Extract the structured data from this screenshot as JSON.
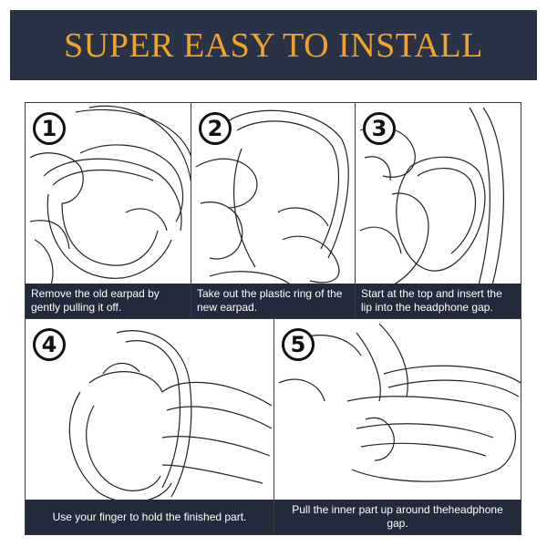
{
  "header": {
    "title": "SUPER EASY TO INSTALL"
  },
  "steps": [
    {
      "number": "1",
      "caption": "Remove the old earpad by gently pulling it off."
    },
    {
      "number": "2",
      "caption": "Take out the plastic ring of the new earpad."
    },
    {
      "number": "3",
      "caption": "Start at the top and insert the lip into the headphone gap."
    },
    {
      "number": "4",
      "caption": "Use your finger to hold the finished part."
    },
    {
      "number": "5",
      "caption": "Pull the inner part up around theheadphone gap."
    }
  ],
  "colors": {
    "banner": "#2a3246",
    "title": "#f0a32c",
    "caption_bg": "#232a3b",
    "caption_text": "#ffffff"
  }
}
